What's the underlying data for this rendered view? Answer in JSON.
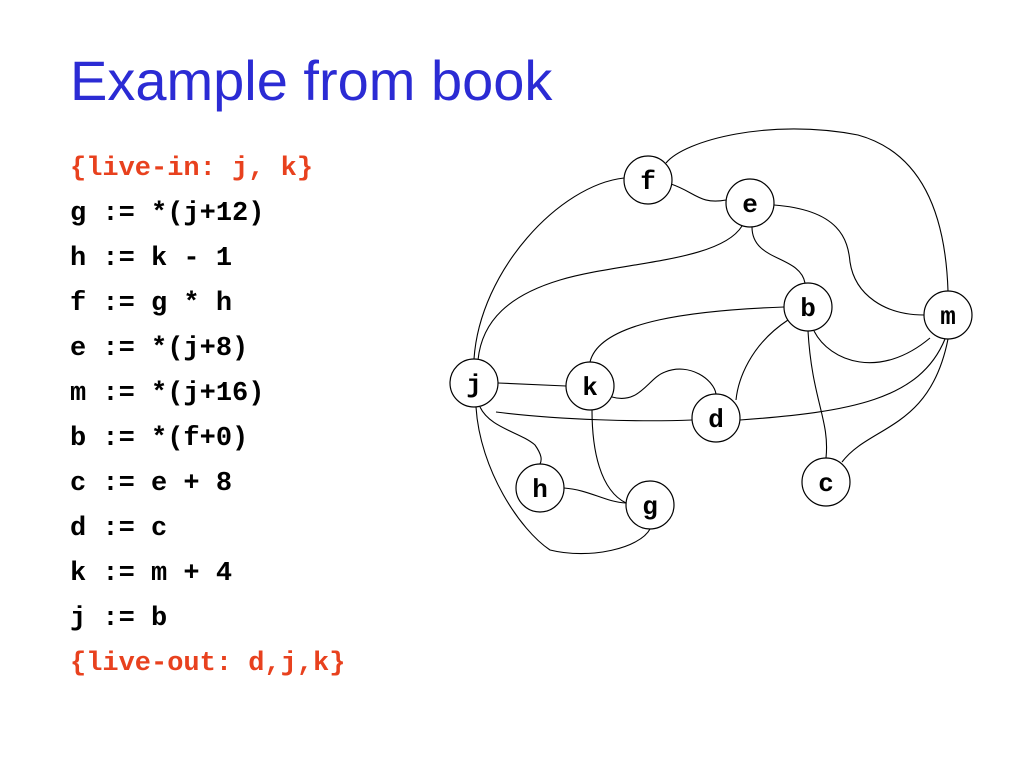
{
  "slide": {
    "title": "Example from book",
    "colors": {
      "title": "#2b2bd4",
      "live": "#e8411e",
      "code": "#000000"
    }
  },
  "code_lines": [
    {
      "text": "{live-in: j, k}",
      "live": true
    },
    {
      "text": "g := *(j+12)",
      "live": false
    },
    {
      "text": "h := k - 1",
      "live": false
    },
    {
      "text": "f := g * h",
      "live": false
    },
    {
      "text": "e := *(j+8)",
      "live": false
    },
    {
      "text": "m := *(j+16)",
      "live": false
    },
    {
      "text": "b := *(f+0)",
      "live": false
    },
    {
      "text": "c := e + 8",
      "live": false
    },
    {
      "text": "d := c",
      "live": false
    },
    {
      "text": "k := m + 4",
      "live": false
    },
    {
      "text": "j := b",
      "live": false
    },
    {
      "text": "{live-out: d,j,k}",
      "live": true
    }
  ],
  "graph": {
    "nodes": [
      {
        "id": "f",
        "label": "f"
      },
      {
        "id": "e",
        "label": "e"
      },
      {
        "id": "b",
        "label": "b"
      },
      {
        "id": "m",
        "label": "m"
      },
      {
        "id": "j",
        "label": "j"
      },
      {
        "id": "k",
        "label": "k"
      },
      {
        "id": "d",
        "label": "d"
      },
      {
        "id": "c",
        "label": "c"
      },
      {
        "id": "h",
        "label": "h"
      },
      {
        "id": "g",
        "label": "g"
      }
    ],
    "edges": [
      [
        "f",
        "e"
      ],
      [
        "f",
        "m"
      ],
      [
        "f",
        "j"
      ],
      [
        "e",
        "j"
      ],
      [
        "e",
        "b"
      ],
      [
        "e",
        "m"
      ],
      [
        "b",
        "m"
      ],
      [
        "b",
        "k"
      ],
      [
        "b",
        "d"
      ],
      [
        "b",
        "c"
      ],
      [
        "j",
        "k"
      ],
      [
        "j",
        "d"
      ],
      [
        "j",
        "h"
      ],
      [
        "j",
        "g"
      ],
      [
        "k",
        "d"
      ],
      [
        "k",
        "g"
      ],
      [
        "d",
        "m"
      ],
      [
        "c",
        "m"
      ],
      [
        "h",
        "g"
      ]
    ]
  }
}
